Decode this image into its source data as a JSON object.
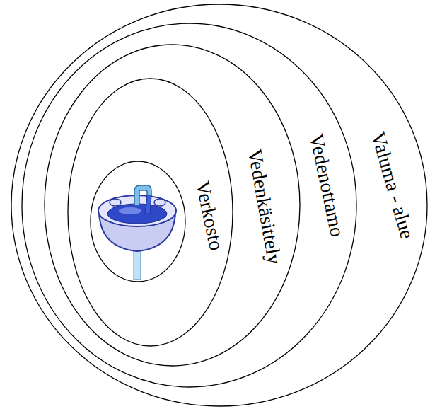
{
  "diagram": {
    "nodes": [
      {
        "text": [
          "Valuma - alue"
        ]
      },
      {
        "text": [
          "Vedenottamo"
        ],
        "in": 0
      },
      {
        "text": [
          "Vedenkäsittely"
        ],
        "in": 1
      },
      {
        "text": [
          "Verkosto"
        ],
        "in": 2
      }
    ]
  }
}
